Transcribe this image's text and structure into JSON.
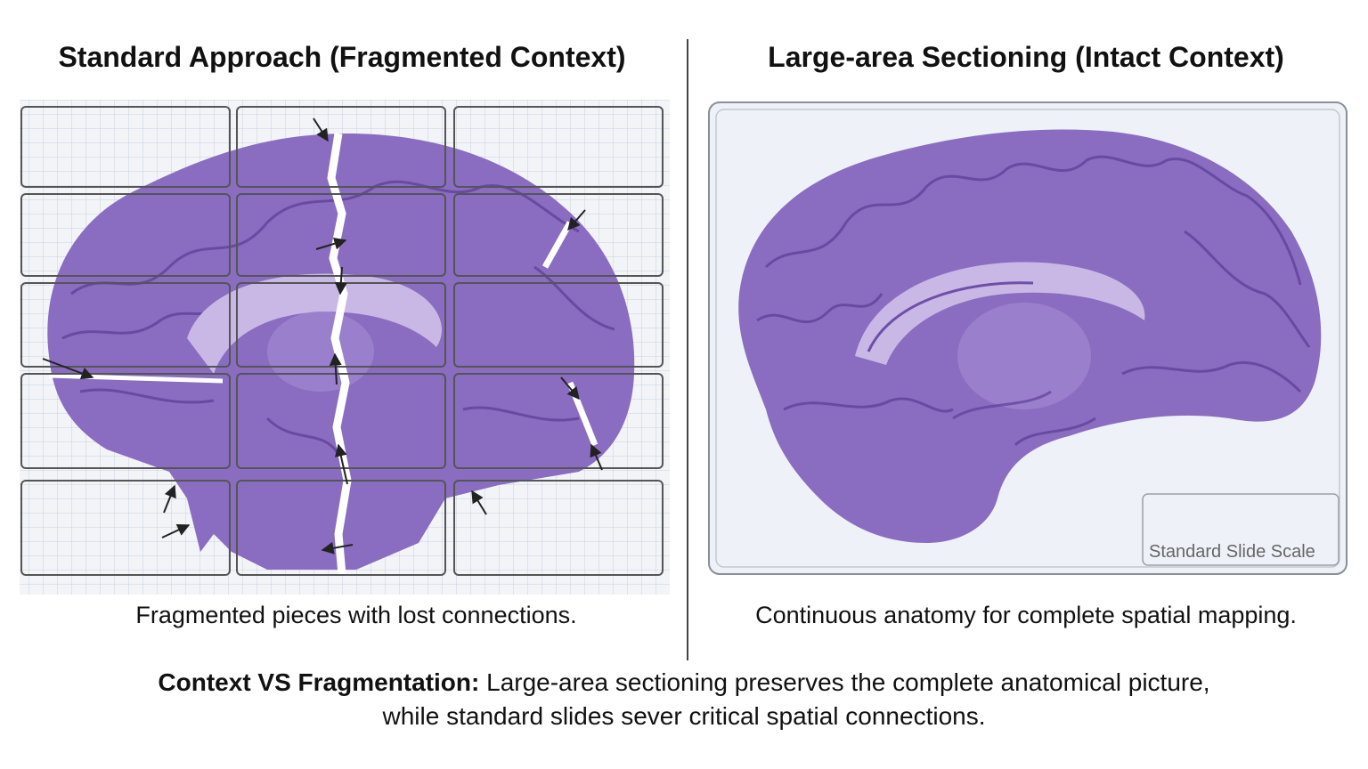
{
  "left_panel": {
    "title": "Standard Approach (Fragmented Context)",
    "caption": "Fragmented pieces with lost connections."
  },
  "right_panel": {
    "title": "Large-area Sectioning (Intact Context)",
    "caption": "Continuous anatomy for complete spatial mapping.",
    "scale_box_label": "Standard Slide Scale"
  },
  "footer": {
    "bold_lead": "Context VS Fragmentation:",
    "text_line1": " Large-area sectioning preserves the complete anatomical picture,",
    "text_line2": "while standard slides sever critical spatial connections."
  },
  "colors": {
    "tissue": "#8a6cc0",
    "tissue_dark": "#5e3f98",
    "tissue_light": "#c9b8e6",
    "slide_bg": "#eef1f7",
    "grid": "#c9cfdb"
  }
}
